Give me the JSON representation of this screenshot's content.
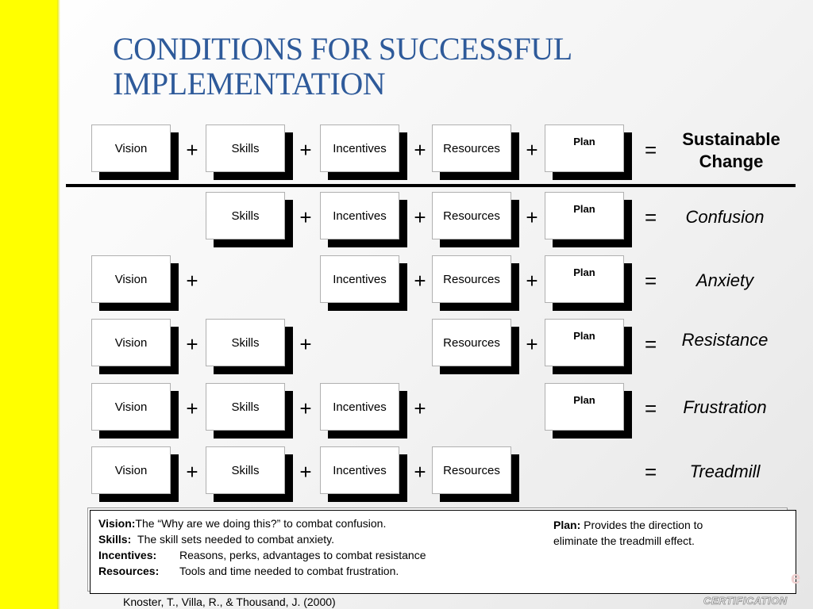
{
  "title": "CONDITIONS FOR SUCCESSFUL\nIMPLEMENTATION",
  "labels": {
    "vision": "Vision",
    "skills": "Skills",
    "incentives": "Incentives",
    "resources": "Resources",
    "plan": "Plan",
    "plus": "+",
    "equals": "="
  },
  "results": {
    "sustainable_line1": "Sustainable",
    "sustainable_line2": "Change",
    "confusion": "Confusion",
    "anxiety": "Anxiety",
    "resistance": "Resistance",
    "frustration": "Frustration",
    "treadmill": "Treadmill"
  },
  "legend": {
    "vision_term": "Vision:",
    "vision_desc": "The “Why are we doing this?” to combat confusion.",
    "skills_term": "Skills:",
    "skills_desc": "The skill sets needed to combat anxiety.",
    "incentives_term": "Incentives:",
    "incentives_desc": "Reasons, perks, advantages to combat resistance",
    "resources_term": "Resources:",
    "resources_desc": "Tools and time needed to combat frustration.",
    "plan_term": "Plan:",
    "plan_desc": "Provides the direction to eliminate the treadmill effect."
  },
  "citation": "Knoster, T., Villa, R., & Thousand, J. (2000)",
  "logo_text": "CERTIFICATION",
  "colors": {
    "accent_yellow": "#ffff00",
    "title_blue": "#2e5a9a"
  }
}
